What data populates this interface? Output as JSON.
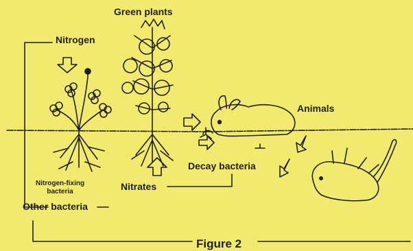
{
  "labels": {
    "green_plants": "Green plants",
    "nitrogen": "Nitrogen",
    "animals": "Animals",
    "decay_bacteria": "Decay bacteria",
    "nitrogen_fixing_line1": "Nitrogen-fixing",
    "nitrogen_fixing_line2": "bacteria",
    "nitrates": "Nitrates",
    "other_bacteria": "Other bacteria",
    "figure_caption": "Figure 2"
  },
  "colors": {
    "paper": "#f2ea6e",
    "ink": "#1e1e1e"
  }
}
